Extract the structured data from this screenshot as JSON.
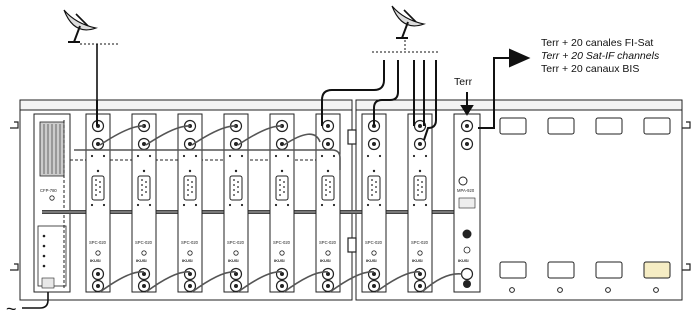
{
  "diagram": {
    "legend": {
      "line1": "Terr  +  20 canales FI-Sat",
      "line2": "Terr  +  20 Sat-IF channels",
      "line3": "Terr  +  20 canaux BIS"
    },
    "terr_label": "Terr",
    "mains_symbol": "~",
    "power_module": {
      "label": "CFP-780"
    },
    "left_modules": [
      {
        "label": "SPC-020",
        "brand": "IKUSI"
      },
      {
        "label": "SPC-020",
        "brand": "IKUSI"
      },
      {
        "label": "SPC-020",
        "brand": "IKUSI"
      },
      {
        "label": "SPC-020",
        "brand": "IKUSI"
      },
      {
        "label": "SPC-020",
        "brand": "IKUSI"
      },
      {
        "label": "SPC-020",
        "brand": "IKUSI"
      }
    ],
    "right_modules": [
      {
        "label": "SPC-020",
        "brand": "IKUSI"
      },
      {
        "label": "SPC-020",
        "brand": "IKUSI"
      }
    ],
    "mixer_module": {
      "label": "MPA-920",
      "brand": "IKUSI"
    },
    "icons": [
      "satellite-dish-icon",
      "satellite-dish-icon",
      "output-arrow-icon"
    ]
  }
}
